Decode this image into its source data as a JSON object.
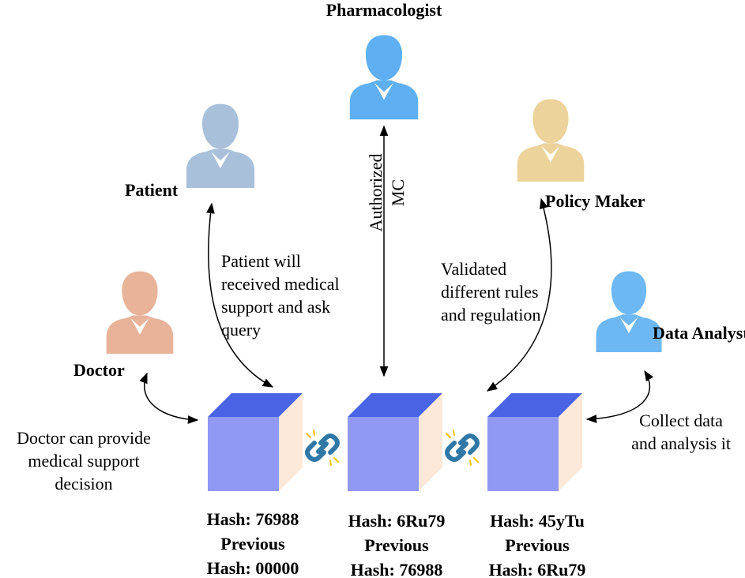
{
  "colors": {
    "doctor": "#e9b39a",
    "patient": "#a9c0da",
    "pharmacologist": "#5fb0f2",
    "policy_maker": "#ecd39b",
    "data_analyst": "#6db8f2",
    "block_front": "#8f98f3",
    "block_top": "#4a64e6",
    "block_side": "#fde9d9",
    "chain": "#2f78a6",
    "arrow": "#000000"
  },
  "roles": {
    "pharmacologist": "Pharmacologist",
    "patient": "Patient",
    "policy_maker": [
      "Policy",
      "Maker"
    ],
    "doctor": "Doctor",
    "data_analyst": [
      "Data",
      "Analyst"
    ]
  },
  "notes": {
    "authorized_mc": [
      "Authorized",
      "MC"
    ],
    "patient_note": [
      "Patient will",
      "received medical",
      "support and ask",
      "query"
    ],
    "validated_note": [
      "Validated",
      "different rules",
      "and regulation"
    ],
    "doctor_note": [
      "Doctor can provide",
      "medical support",
      "decision"
    ],
    "analyst_note": [
      "Collect data",
      "and analysis it"
    ]
  },
  "blocks": [
    {
      "hash": "Hash: 76988",
      "previous_label": "Previous",
      "previous_hash": "Hash: 00000"
    },
    {
      "hash": "Hash: 6Ru79",
      "previous_label": "Previous",
      "previous_hash": "Hash: 76988"
    },
    {
      "hash": "Hash: 45yTu",
      "previous_label": "Previous",
      "previous_hash": "Hash: 6Ru79"
    }
  ],
  "icons": {
    "person": "person-icon",
    "block": "cube-icon",
    "link": "chain-link-icon"
  }
}
